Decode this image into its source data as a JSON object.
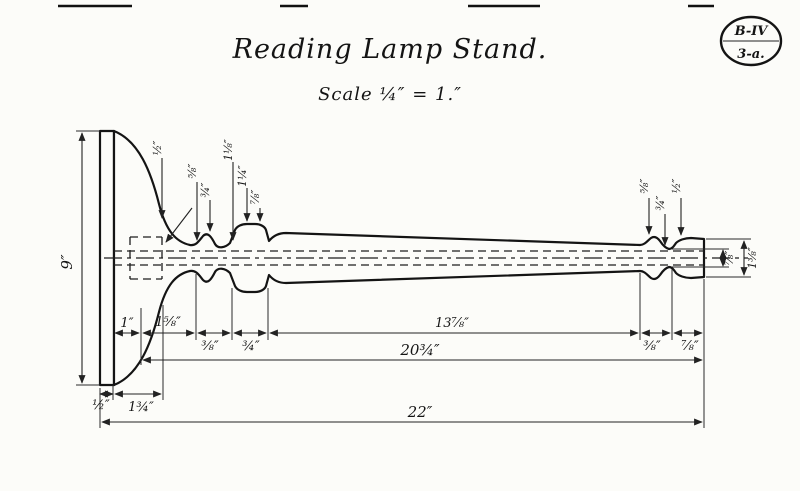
{
  "header": {
    "title": "Reading Lamp Stand.",
    "scale": "Scale ¼″ = 1.″"
  },
  "title_block": {
    "top": "B-IV",
    "bottom": "3-a."
  },
  "labels": {
    "base_diameter": "9″",
    "base_thickness": "½″",
    "base_to_neck": "1¾″",
    "length_to_cap": "20¾″",
    "overall_length": "22″"
  },
  "top_diameters": [
    "½″",
    "⅝″",
    "¾″",
    "1⅛″",
    "1¼″",
    "⅞″"
  ],
  "end_diameters": [
    "⅝″",
    "¾″",
    "½″"
  ],
  "right_diameters": [
    "⅞″",
    "1⅜″"
  ],
  "bottom_chain": [
    "1″",
    "1⅝″",
    "⅜″",
    "¾″",
    "13⅞″",
    "⅜″",
    "⅞″"
  ]
}
